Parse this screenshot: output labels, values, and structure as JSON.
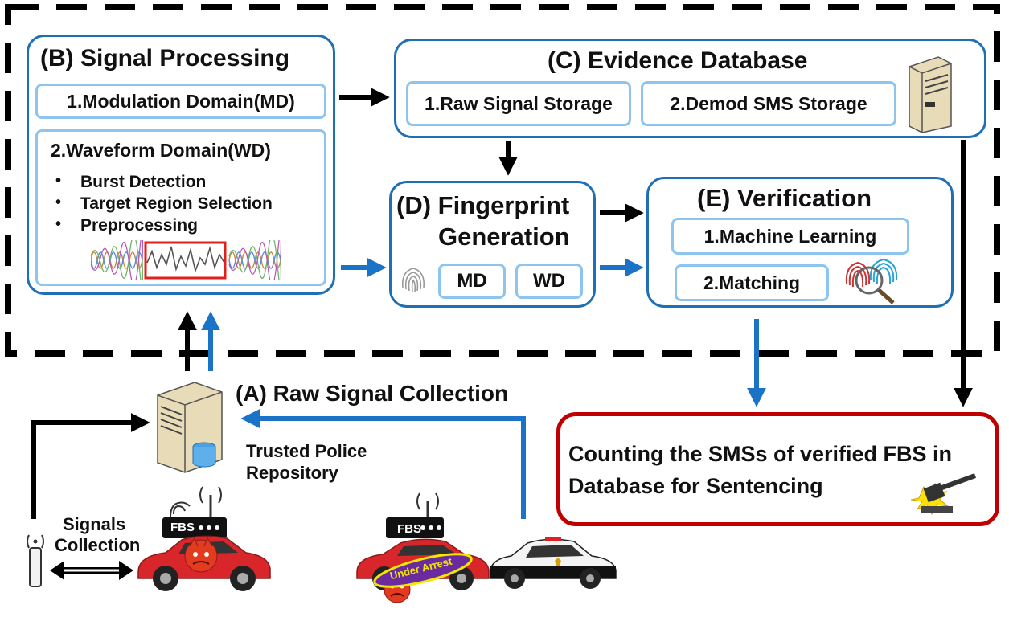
{
  "signal_processing": {
    "title": "(B) Signal Processing",
    "md_label": "1.Modulation Domain(MD)",
    "wd_label": "2.Waveform Domain(WD)",
    "steps": [
      "Burst Detection",
      "Target Region Selection",
      "Preprocessing"
    ]
  },
  "evidence_database": {
    "title": "(C) Evidence Database",
    "raw_storage": "1.Raw Signal Storage",
    "sms_storage": "2.Demod SMS Storage"
  },
  "fingerprint": {
    "title_line1": "(D) Fingerprint",
    "title_line2": "Generation",
    "md": "MD",
    "wd": "WD"
  },
  "verification": {
    "title": "(E) Verification",
    "ml": "1.Machine Learning",
    "matching": "2.Matching"
  },
  "collection": {
    "title": "(A) Raw Signal Collection",
    "repo_line1": "Trusted Police",
    "repo_line2": "Repository",
    "signals_line1": "Signals",
    "signals_line2": "Collection"
  },
  "sentencing": {
    "line1": "Counting the SMSs of verified FBS in",
    "line2": "Database for Sentencing"
  },
  "fbs_labels": {
    "fbs_left": "FBS",
    "fbs_right": "FBS",
    "arrest": "Under Arrest"
  },
  "colors": {
    "box_border": "#1f6fb5",
    "inner_border": "#8ec5f0",
    "arrow_blue": "#1a73c6",
    "arrow_black": "#000000",
    "sentencing_border": "#c00000",
    "car_red": "#d9262a"
  }
}
